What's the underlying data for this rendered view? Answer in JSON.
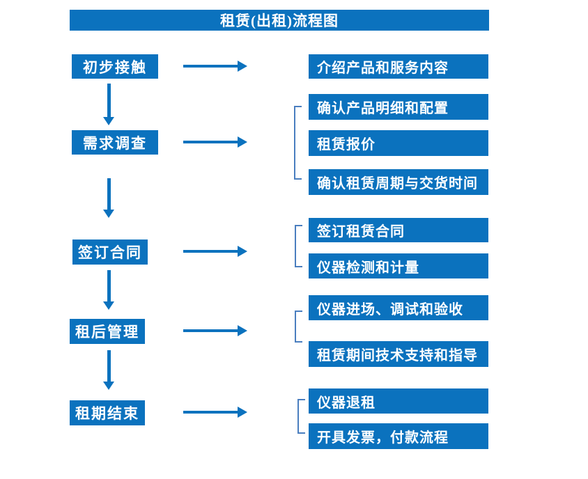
{
  "title": "租赁(出租)流程图",
  "colors": {
    "primary": "#0b72be",
    "bracket": "#4a7ebf",
    "box_text": "#ffffff",
    "background": "#ffffff"
  },
  "steps": [
    {
      "label": "初步接触",
      "details": [
        "介绍产品和服务内容"
      ]
    },
    {
      "label": "需求调查",
      "details": [
        "确认产品明细和配置",
        "租赁报价",
        "确认租赁周期与交货时间"
      ]
    },
    {
      "label": "签订合同",
      "details": [
        "签订租赁合同",
        "仪器检测和计量"
      ]
    },
    {
      "label": "租后管理",
      "details": [
        "仪器进场、调试和验收",
        "租赁期间技术支持和指导"
      ]
    },
    {
      "label": "租期结束",
      "details": [
        "仪器退租",
        "开具发票，付款流程"
      ]
    }
  ]
}
